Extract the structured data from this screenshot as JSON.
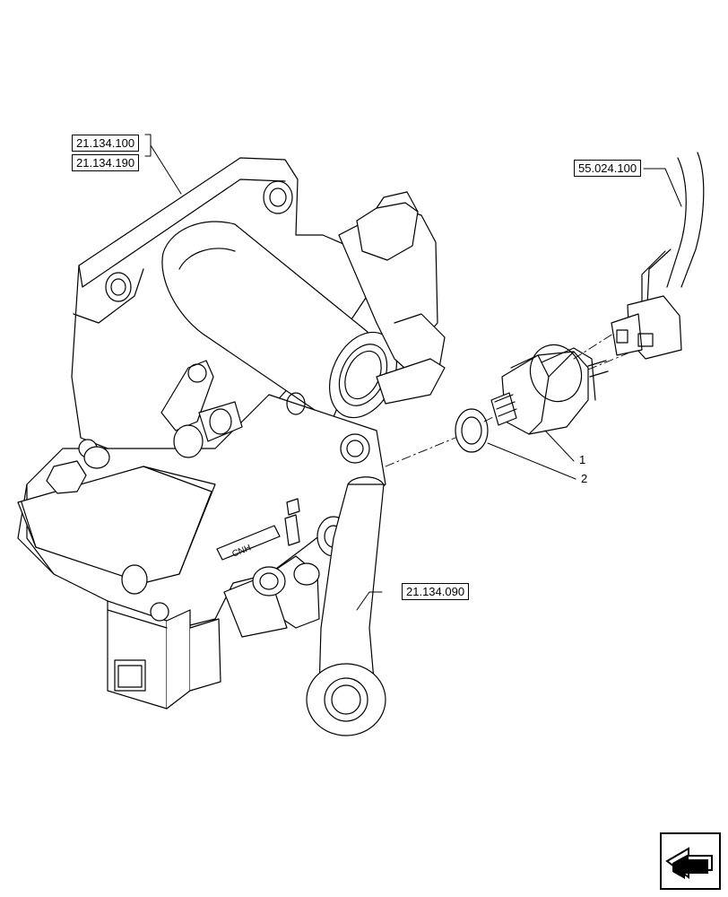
{
  "references": {
    "ref_1": "21.134.100",
    "ref_2": "21.134.190",
    "ref_3": "55.024.100",
    "ref_4": "21.134.090"
  },
  "callouts": {
    "item_1": "1",
    "item_2": "2"
  },
  "icons": {
    "nav": "next-page-arrow-icon"
  }
}
